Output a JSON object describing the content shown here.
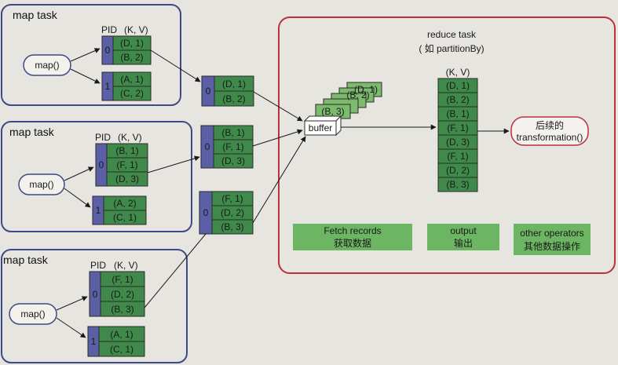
{
  "map_tasks": [
    {
      "title": "map task",
      "map_label": "map()",
      "header_pid": "PID",
      "header_kv": "(K, V)",
      "partitions": [
        {
          "pid": "0",
          "records": [
            "(D, 1)",
            "(B, 2)"
          ]
        },
        {
          "pid": "1",
          "records": [
            "(A, 1)",
            "(C, 2)"
          ]
        }
      ]
    },
    {
      "title": "map task",
      "map_label": "map()",
      "header_pid": "PID",
      "header_kv": "(K, V)",
      "partitions": [
        {
          "pid": "0",
          "records": [
            "(B, 1)",
            "(F, 1)",
            "(D, 3)"
          ]
        },
        {
          "pid": "1",
          "records": [
            "(A, 2)",
            "(C, 1)"
          ]
        }
      ]
    },
    {
      "title": "map task",
      "map_label": "map()",
      "header_pid": "PID",
      "header_kv": "(K, V)",
      "partitions": [
        {
          "pid": "0",
          "records": [
            "(F, 1)",
            "(D, 2)",
            "(B, 3)"
          ]
        },
        {
          "pid": "1",
          "records": [
            "(A, 1)",
            "(C, 1)"
          ]
        }
      ]
    }
  ],
  "shuffle_blocks": [
    {
      "pid": "0",
      "records": [
        "(D, 1)",
        "(B, 2)"
      ]
    },
    {
      "pid": "0",
      "records": [
        "(B, 1)",
        "(F, 1)",
        "(D, 3)"
      ]
    },
    {
      "pid": "0",
      "records": [
        "(F, 1)",
        "(D, 2)",
        "(B, 3)"
      ]
    }
  ],
  "reduce_task": {
    "title": "reduce task",
    "subtitle": "( 如 partitionBy)",
    "buffer_label": "buffer",
    "stack_records": [
      "(B, 3)",
      "(B, 2)",
      "(D, 1)"
    ],
    "kv_header": "(K, V)",
    "records": [
      "(D, 1)",
      "(B, 2)",
      "(B, 1)",
      "(F, 1)",
      "(D, 3)",
      "(F, 1)",
      "(D, 2)",
      "(B, 3)"
    ],
    "next_line1": "后续的",
    "next_line2": "transformation()",
    "legend": [
      {
        "line1": "Fetch records",
        "line2": "获取数据"
      },
      {
        "line1": "output",
        "line2": "输出"
      },
      {
        "line1": "other operators",
        "line2": "其他数据操作"
      }
    ]
  }
}
